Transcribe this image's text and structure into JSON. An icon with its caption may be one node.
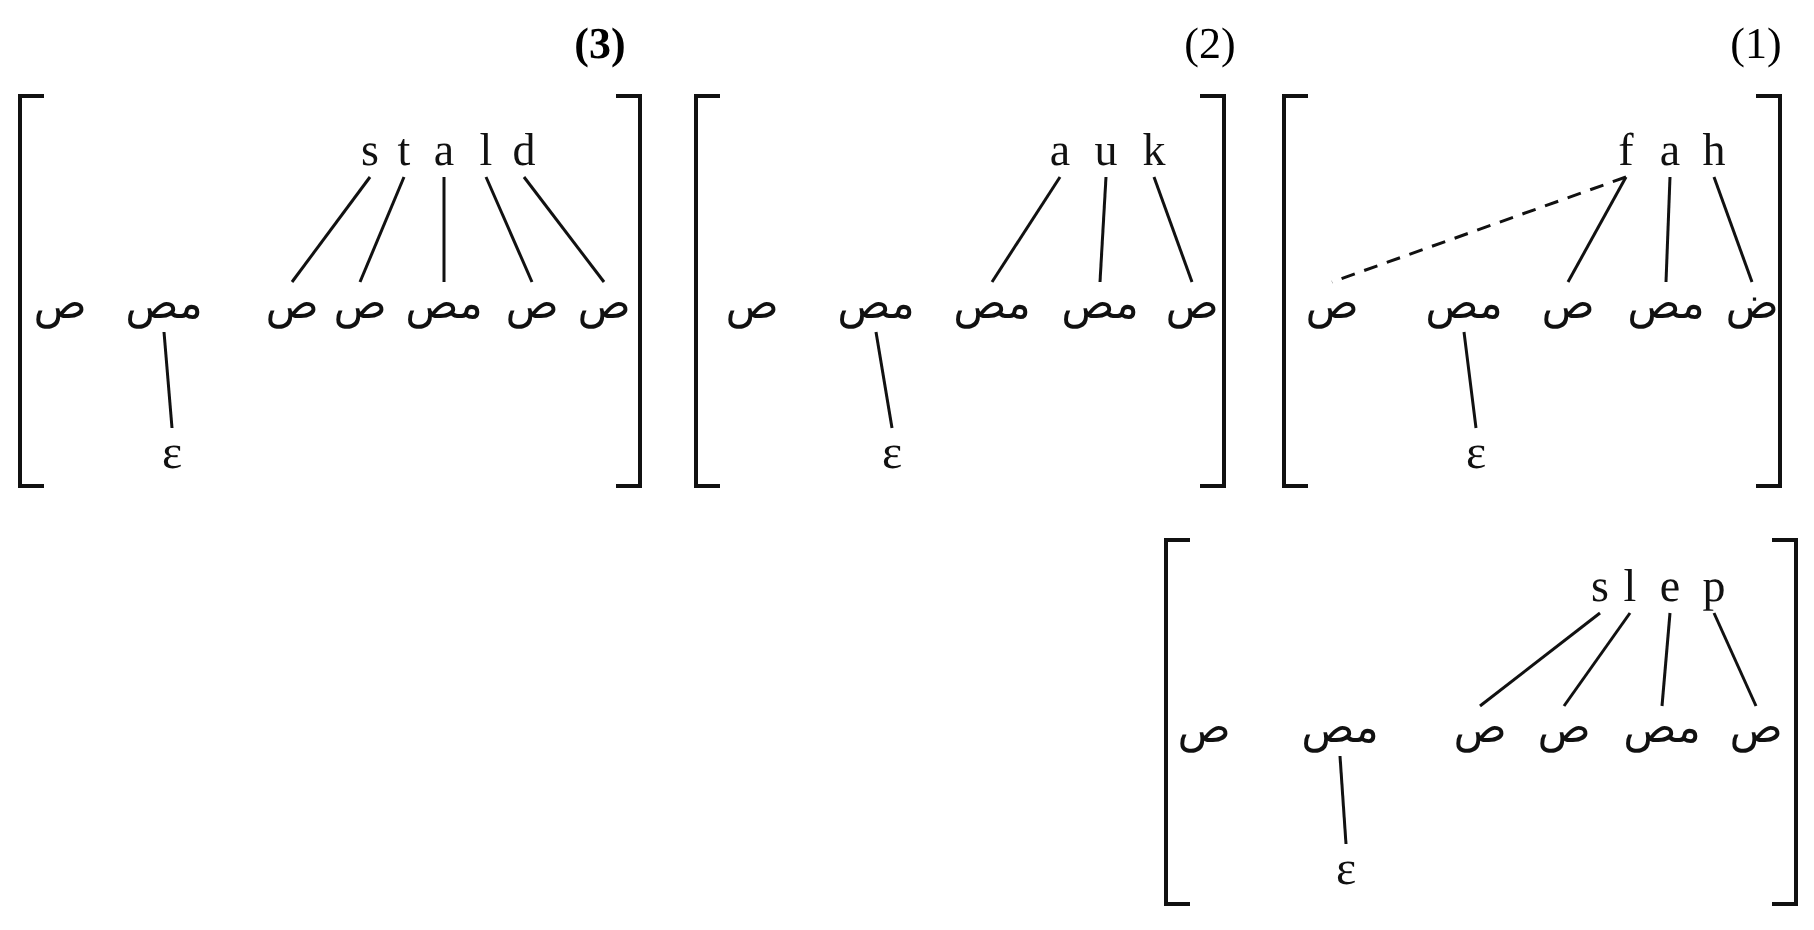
{
  "diagram": {
    "nodes": [
      {
        "text": [],
        "shape": "bracket",
        "beside": [
          "(3)"
        ]
      },
      {
        "text": [
          "s"
        ],
        "in": 0
      },
      {
        "text": [
          "t"
        ],
        "in": 0
      },
      {
        "text": [
          "a"
        ],
        "in": 0
      },
      {
        "text": [
          "l"
        ],
        "in": 0
      },
      {
        "text": [
          "d"
        ],
        "in": 0
      },
      {
        "text": [
          "ص"
        ],
        "in": 0
      },
      {
        "text": [
          "مص"
        ],
        "in": 0
      },
      {
        "text": [
          "ص"
        ],
        "in": 0
      },
      {
        "text": [
          "ص"
        ],
        "in": 0
      },
      {
        "text": [
          "مص"
        ],
        "in": 0
      },
      {
        "text": [
          "ص"
        ],
        "in": 0
      },
      {
        "text": [
          "ص"
        ],
        "in": 0
      },
      {
        "text": [
          "ε"
        ],
        "in": 0
      },
      {
        "text": [],
        "shape": "bracket",
        "beside": [
          "(2)"
        ]
      },
      {
        "text": [
          "a"
        ],
        "in": 14
      },
      {
        "text": [
          "u"
        ],
        "in": 14
      },
      {
        "text": [
          "k"
        ],
        "in": 14
      },
      {
        "text": [
          "ص"
        ],
        "in": 14
      },
      {
        "text": [
          "مص"
        ],
        "in": 14
      },
      {
        "text": [
          "مص"
        ],
        "in": 14
      },
      {
        "text": [
          "مص"
        ],
        "in": 14
      },
      {
        "text": [
          "ص"
        ],
        "in": 14
      },
      {
        "text": [
          "ε"
        ],
        "in": 14
      },
      {
        "text": [],
        "shape": "bracket",
        "beside": [
          "(1)"
        ]
      },
      {
        "text": [
          "f"
        ],
        "in": 24
      },
      {
        "text": [
          "a"
        ],
        "in": 24
      },
      {
        "text": [
          "h"
        ],
        "in": 24
      },
      {
        "text": [
          "ص"
        ],
        "in": 24
      },
      {
        "text": [
          "مص"
        ],
        "in": 24
      },
      {
        "text": [
          "ص"
        ],
        "in": 24
      },
      {
        "text": [
          "مص"
        ],
        "in": 24
      },
      {
        "text": [
          "ض"
        ],
        "in": 24
      },
      {
        "text": [
          "ε"
        ],
        "in": 24
      },
      {
        "text": [],
        "shape": "bracket"
      },
      {
        "text": [
          "s"
        ],
        "in": 34
      },
      {
        "text": [
          "l"
        ],
        "in": 34
      },
      {
        "text": [
          "e"
        ],
        "in": 34
      },
      {
        "text": [
          "p"
        ],
        "in": 34
      },
      {
        "text": [
          "ص"
        ],
        "in": 34
      },
      {
        "text": [
          "مص"
        ],
        "in": 34
      },
      {
        "text": [
          "ص"
        ],
        "in": 34
      },
      {
        "text": [
          "ص"
        ],
        "in": 34
      },
      {
        "text": [
          "مص"
        ],
        "in": 34
      },
      {
        "text": [
          "ص"
        ],
        "in": 34
      },
      {
        "text": [
          "ε"
        ],
        "in": 34
      }
    ],
    "edges": [
      {
        "from": 1,
        "to": 8,
        "arrow": "none"
      },
      {
        "from": 2,
        "to": 9,
        "arrow": "none"
      },
      {
        "from": 3,
        "to": 10,
        "arrow": "none"
      },
      {
        "from": 4,
        "to": 11,
        "arrow": "none"
      },
      {
        "from": 5,
        "to": 12,
        "arrow": "none"
      },
      {
        "from": 7,
        "to": 13,
        "arrow": "none"
      },
      {
        "from": 15,
        "to": 20,
        "arrow": "none"
      },
      {
        "from": 16,
        "to": 21,
        "arrow": "none"
      },
      {
        "from": 17,
        "to": 22,
        "arrow": "none"
      },
      {
        "from": 19,
        "to": 23,
        "arrow": "none"
      },
      {
        "from": 25,
        "to": 28,
        "arrow": "none",
        "style": "dashed"
      },
      {
        "from": 25,
        "to": 30,
        "arrow": "none"
      },
      {
        "from": 26,
        "to": 31,
        "arrow": "none"
      },
      {
        "from": 27,
        "to": 32,
        "arrow": "none"
      },
      {
        "from": 29,
        "to": 33,
        "arrow": "none"
      },
      {
        "from": 35,
        "to": 41,
        "arrow": "none"
      },
      {
        "from": 36,
        "to": 42,
        "arrow": "none"
      },
      {
        "from": 37,
        "to": 43,
        "arrow": "none"
      },
      {
        "from": 38,
        "to": 44,
        "arrow": "none"
      },
      {
        "from": 40,
        "to": 45,
        "arrow": "none"
      }
    ]
  }
}
